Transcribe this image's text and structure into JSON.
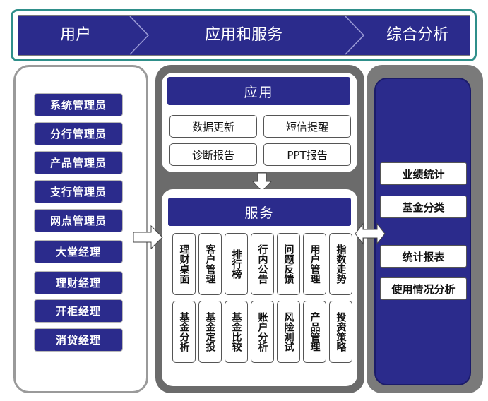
{
  "flow": {
    "steps": [
      "用户",
      "应用和服务",
      "综合分析"
    ]
  },
  "roles": [
    "系统管理员",
    "分行管理员",
    "产品管理员",
    "支行管理员",
    "网点管理员",
    "大堂经理",
    "理财经理",
    "开柜经理",
    "消贷经理"
  ],
  "application": {
    "title": "应用",
    "items": [
      "数据更新",
      "短信提醒",
      "诊断报告",
      "PPT报告"
    ]
  },
  "service": {
    "title": "服务",
    "row1": [
      "理财桌面",
      "客户管理",
      "排行榜",
      "行内公告",
      "问题反馈",
      "用户管理",
      "指数走势"
    ],
    "row2": [
      "基金分析",
      "基金定投",
      "基金比较",
      "账户分析",
      "风险测试",
      "产品管理",
      "投资策略"
    ]
  },
  "analysis": {
    "items": [
      "业绩统计",
      "基金分类",
      "统计报表",
      "使用情况分析"
    ]
  },
  "colors": {
    "primary": "#2b2b8c",
    "frame": "#2f8f8a",
    "panel_gray": "#6b6b6b"
  }
}
